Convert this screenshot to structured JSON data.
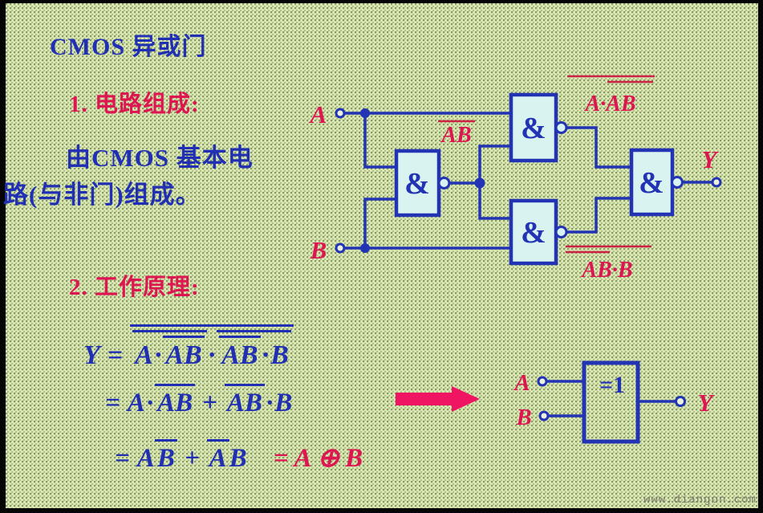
{
  "slide": {
    "title": "CMOS 异或门",
    "section1_heading": "1. 电路组成:",
    "intro_line1": "由CMOS 基本电",
    "intro_line2": "路(与非门)组成。",
    "section2_heading": "2. 工作原理:",
    "watermark": "www.diangon.com"
  },
  "colors": {
    "background_green": "#dae8b6",
    "frame_black": "#050505",
    "blue": "#2130b2",
    "red": "#dd1550",
    "gate_fill": "#d9f3f1",
    "arrow_pink": "#f01563",
    "watermark_gray": "#7b7b6b"
  },
  "circuit": {
    "input_a": "A",
    "input_b": "B",
    "output_y": "Y",
    "nand_symbol": "&",
    "label_nand1_output": "AB",
    "label_nand2_output": "A·AB",
    "label_nand4_output": "AB·B"
  },
  "xor_symbol": {
    "gate_label": "=1",
    "input_a": "A",
    "input_b": "B",
    "output_y": "Y"
  },
  "tok": {
    "Y": "Y",
    "eq": "=",
    "A": "A",
    "B": "B",
    "AB": "AB",
    "dot": "·",
    "plus": "+",
    "oplus": "⊕"
  }
}
